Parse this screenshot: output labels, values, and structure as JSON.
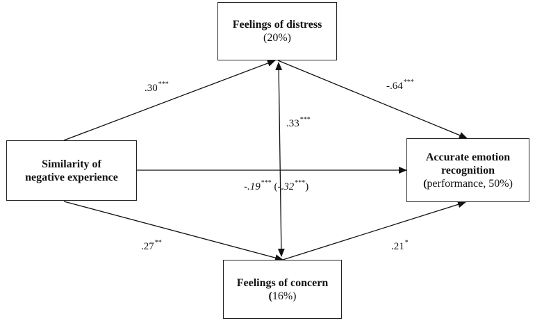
{
  "nodes": {
    "distress": {
      "title": "Feelings of distress",
      "sub": "(20%)"
    },
    "similarity": {
      "line1": "Similarity of",
      "line2": "negative experience"
    },
    "accurate": {
      "line1": "Accurate emotion",
      "line2": "recognition",
      "sub_open": "(",
      "sub_rest": "performance, 50%)"
    },
    "concern": {
      "title": "Feelings of concern",
      "sub_open": "(",
      "sub_rest": "16%)"
    }
  },
  "paths": {
    "sim_to_distress": {
      "value": ".30",
      "sig": "***"
    },
    "distress_to_acc": {
      "value": "-.64",
      "sig": "***"
    },
    "distress_concern": {
      "value": ".33",
      "sig": "***"
    },
    "direct": {
      "value": "-.19",
      "sig": "***",
      "total_value": "-.32",
      "total_sig": "***",
      "open": "(",
      "close": ")"
    },
    "sim_to_concern": {
      "value": ".27",
      "sig": "**"
    },
    "concern_to_acc": {
      "value": ".21",
      "sig": "*"
    }
  }
}
